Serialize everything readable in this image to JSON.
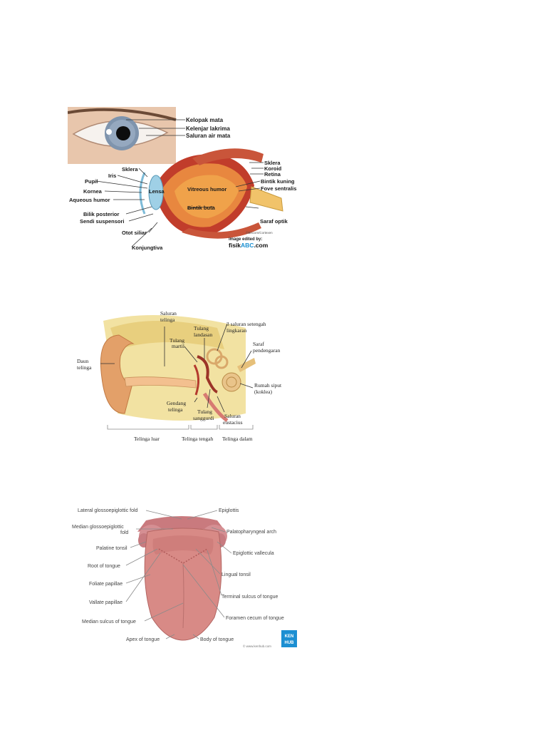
{
  "eye": {
    "labels": {
      "kelopak_mata": "Kelopak mata",
      "kelenjar_lakrima": "Kelenjar lakrima",
      "saluran_air_mata": "Saluran air mata",
      "sklera_right": "Sklera",
      "koroid": "Koroid",
      "retina": "Retina",
      "bintik_kuning": "Bintik kuning",
      "fove_sentralis": "Fove sentralis",
      "vitreous_humor": "Vitreous humor",
      "bintik_buta": "Bintik buta",
      "saraf_optik": "Saraf optik",
      "sklera_left": "Sklera",
      "iris": "Iris",
      "pupil": "Pupil",
      "lensa": "Lensa",
      "kornea": "Kornea",
      "aqueous_humor": "Aqueous humor",
      "bilik_posterior": "Bilik posterior",
      "sendi_suspensori": "Sendi suspensori",
      "otot_siliar": "Otot siliar",
      "konjungtiva": "Konjungtiva"
    },
    "credit_small": "©Biscom/Cortexen",
    "credit_edited": "image edited by:",
    "credit_site_prefix": "fisik",
    "credit_site_brand": "ABC",
    "credit_site_suffix": ".com",
    "colors": {
      "brand": "#1b8fd1"
    }
  },
  "ear": {
    "labels": {
      "saluran_telinga_1": "Saluran",
      "saluran_telinga_2": "telinga",
      "tulang_landasan_1": "Tulang",
      "tulang_landasan_2": "landasan",
      "tulang_martil_1": "Tulang",
      "tulang_martil_2": "martil",
      "tiga_saluran_1": "3 saluran setengah",
      "tiga_saluran_2": "lingkaran",
      "saraf_pendengaran_1": "Saraf",
      "saraf_pendengaran_2": "pendengaran",
      "daun_telinga_1": "Daun",
      "daun_telinga_2": "telinga",
      "rumah_siput_1": "Rumah siput",
      "rumah_siput_2": "(koklea)",
      "gendang_telinga_1": "Gendang",
      "gendang_telinga_2": "telinga",
      "tulang_sanggurdi_1": "Tulang",
      "tulang_sanggurdi_2": "sanggurdi",
      "saluran_eustacius_1": "Saluran",
      "saluran_eustacius_2": "eustacius"
    },
    "sections": {
      "luar": "Telinga luar",
      "tengah": "Telinga tengah",
      "dalam": "Telinga dalam"
    }
  },
  "tongue": {
    "labels": {
      "lateral_fold": "Lateral glossoepiglottic fold",
      "median_fold_1": "Median glossoepiglottic",
      "median_fold_2": "fold",
      "palatine_tonsil": "Palatine tonsil",
      "root_of_tongue": "Root of tongue",
      "foliate_papillae": "Foliate papillae",
      "vallate_papillae": "Vallate papillae",
      "median_sulcus": "Median sulcus of tongue",
      "apex_of_tongue": "Apex of tongue",
      "epiglottis": "Epiglottis",
      "palatopharyngeal_arch": "Palatopharyngeal arch",
      "epiglottic_vallecula": "Epiglottic vallecula",
      "lingual_tonsil": "Lingual tonsil",
      "terminal_sulcus": "Terminal sulcus of tongue",
      "foramen_cecum": "Foramen cecum of tongue",
      "body_of_tongue": "Body of tongue"
    },
    "copyright": "© www.kenhub.com",
    "logo_top": "KEN",
    "logo_bottom": "HUB",
    "colors": {
      "logo": "#1c8fd2"
    }
  }
}
